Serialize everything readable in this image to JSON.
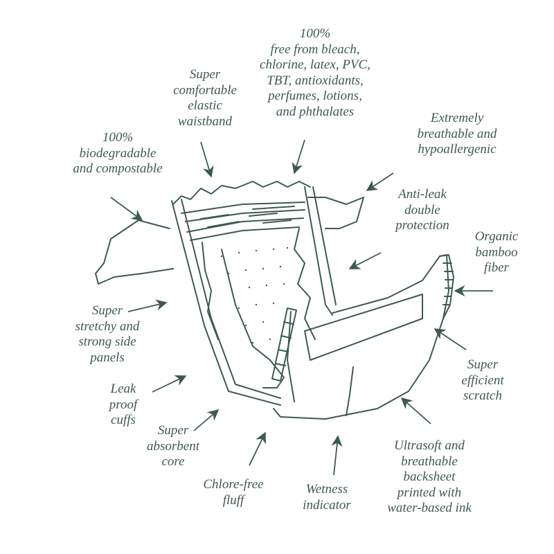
{
  "colors": {
    "ink": "#3d5a4f",
    "background": "#ffffff"
  },
  "illustration": {
    "icon": "diaper-illustration"
  },
  "labels": [
    {
      "id": "biodegradable",
      "lines": [
        "100%",
        "biodegradable",
        "and compostable"
      ]
    },
    {
      "id": "waistband",
      "lines": [
        "Super",
        "comfortable",
        "elastic",
        "waistband"
      ]
    },
    {
      "id": "free-from",
      "lines": [
        "100%",
        "free from bleach,",
        "chlorine, latex, PVC,",
        "TBT, antioxidants,",
        "perfumes, lotions,",
        "and phthalates"
      ]
    },
    {
      "id": "breathable",
      "lines": [
        "Extremely",
        "breathable and",
        "hypoallergenic"
      ]
    },
    {
      "id": "anti-leak",
      "lines": [
        "Anti-leak",
        "double",
        "protection"
      ]
    },
    {
      "id": "bamboo",
      "lines": [
        "Organic",
        "bamboo",
        "fiber"
      ]
    },
    {
      "id": "side-panels",
      "lines": [
        "Super",
        "stretchy and",
        "strong side",
        "panels"
      ]
    },
    {
      "id": "cuffs",
      "lines": [
        "Leak",
        "proof",
        "cuffs"
      ]
    },
    {
      "id": "core",
      "lines": [
        "Super",
        "absorbent",
        "core"
      ]
    },
    {
      "id": "fluff",
      "lines": [
        "Chlore-free",
        "fluff"
      ]
    },
    {
      "id": "wetness",
      "lines": [
        "Wetness",
        "indicator"
      ]
    },
    {
      "id": "scratch",
      "lines": [
        "Super",
        "efficient",
        "scratch"
      ]
    },
    {
      "id": "backsheet",
      "lines": [
        "Ultrasoft and",
        "breathable",
        "backsheet",
        "printed with",
        "water-based ink"
      ]
    }
  ]
}
